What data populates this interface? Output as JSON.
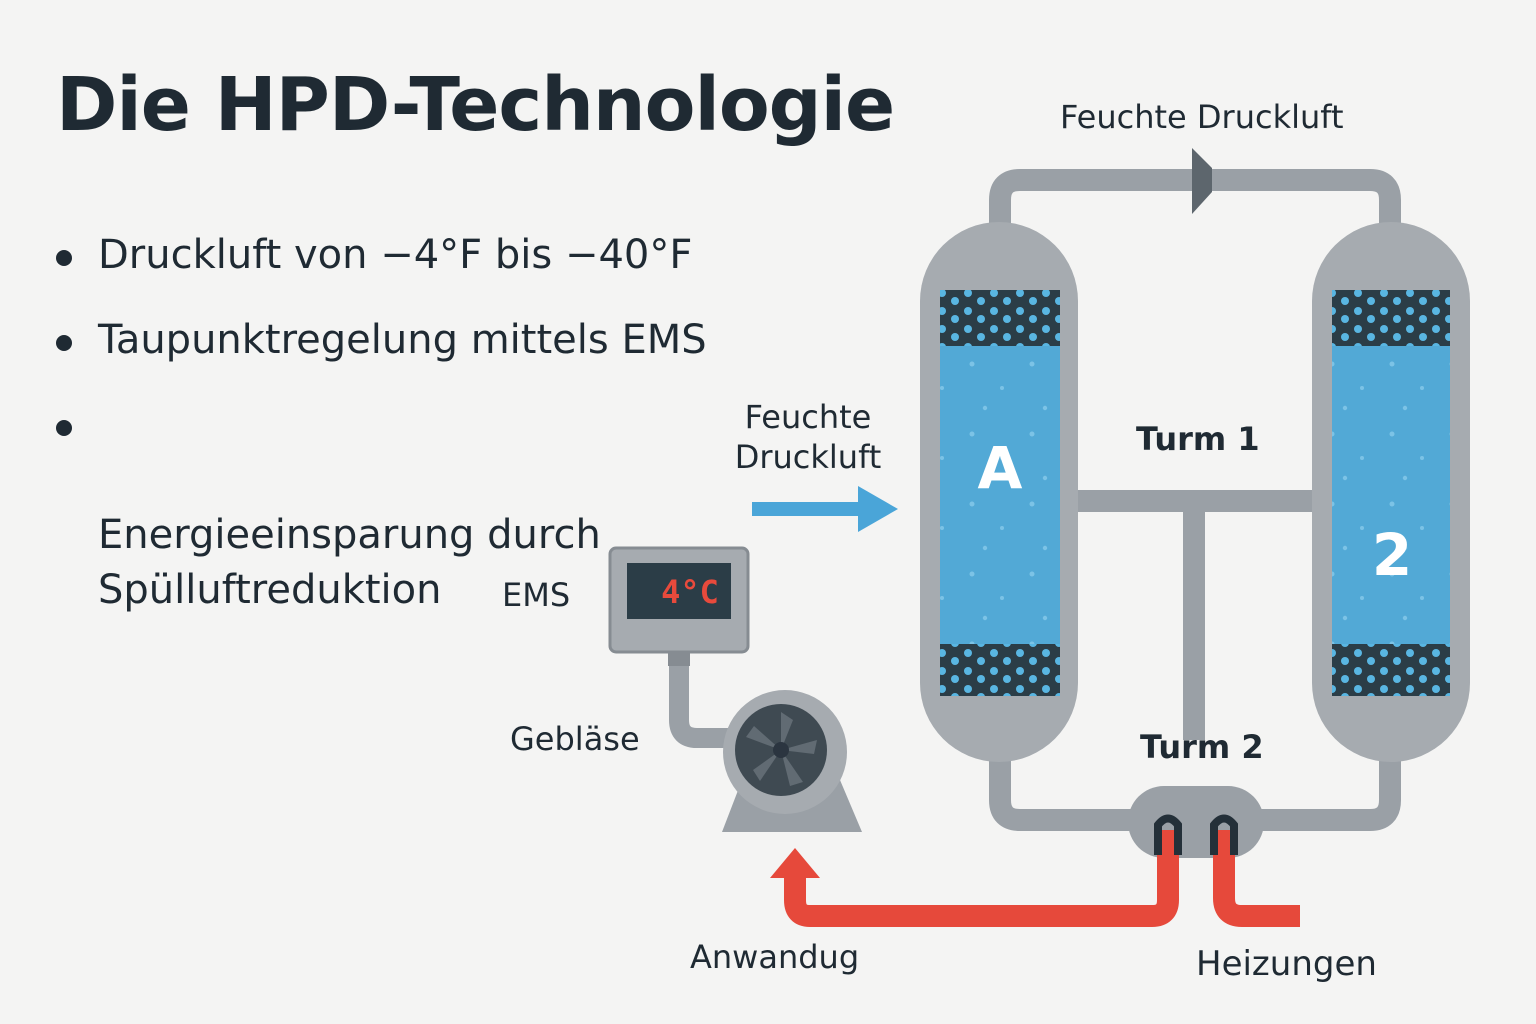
{
  "title": "Die HPD-Technologie",
  "bullets": [
    "Druckluft von −4°F bis −40°F",
    "Taupunktregelung mittels EMS",
    "Energieeinsparung durch\nSpülluftreduktion"
  ],
  "labels": {
    "top_pipe": "Feuchte Druckluft",
    "inlet_line1": "Feuchte",
    "inlet_line2": "Druckluft",
    "tower1": "Turm 1",
    "tower2": "Turm 2",
    "ems": "EMS",
    "blower": "Gebläse",
    "outlet": "Anwandug",
    "heaters": "Heizungen",
    "vessel_a": "A",
    "vessel_b": "2"
  },
  "display": {
    "value": "4°C"
  },
  "colors": {
    "pipe": "#9aa0a6",
    "vessel": "#a6abb0",
    "desiccant": "#52a9d6",
    "dark_band": "#2b3d47",
    "inlet_arrow": "#4aa5d8",
    "heat_line": "#e6493b",
    "display_text": "#e84a3c",
    "text": "#1f2a33"
  }
}
